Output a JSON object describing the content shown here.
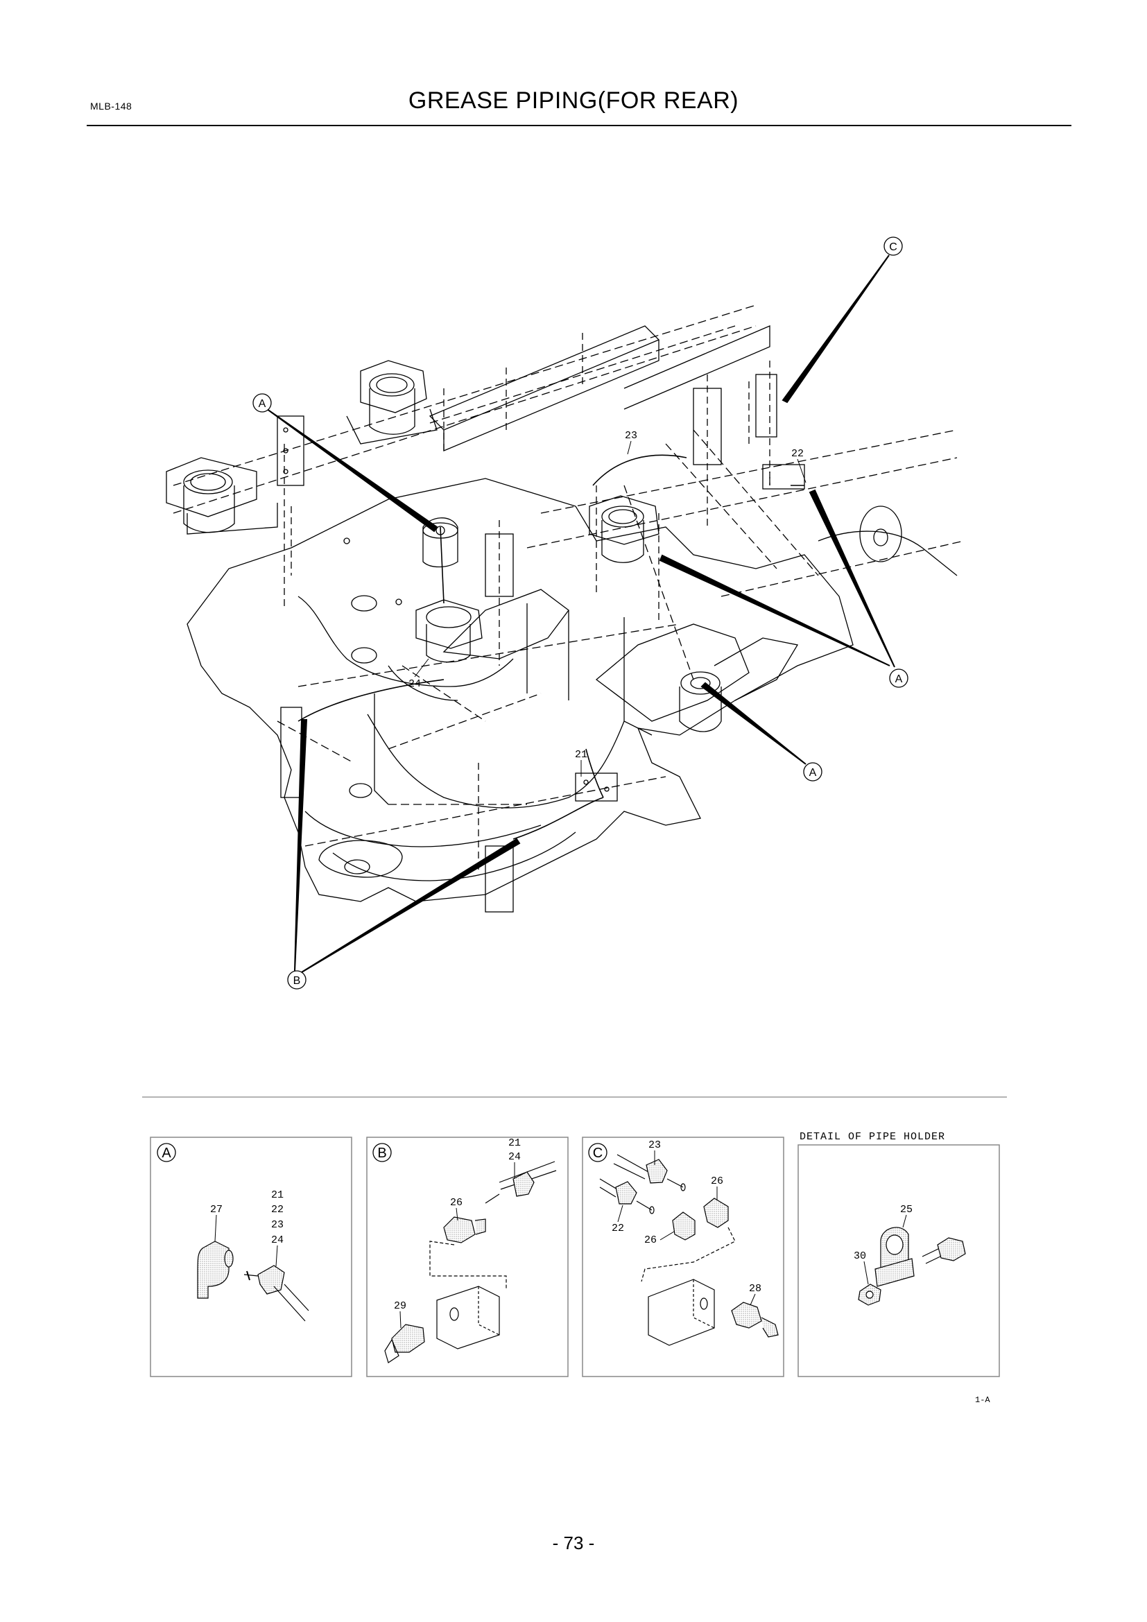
{
  "header": {
    "code": "MLB-148",
    "title": "GREASE PIPING(FOR REAR)"
  },
  "main_view": {
    "callouts": [
      "A",
      "A",
      "A",
      "B",
      "C"
    ],
    "part_numbers": [
      "21",
      "22",
      "23",
      "24"
    ]
  },
  "details": [
    {
      "label": "A",
      "part_numbers": [
        "21",
        "22",
        "23",
        "24",
        "27"
      ]
    },
    {
      "label": "B",
      "part_numbers": [
        "21",
        "24",
        "26",
        "29"
      ]
    },
    {
      "label": "C",
      "part_numbers": [
        "23",
        "22",
        "26",
        "26",
        "28"
      ]
    },
    {
      "title": "DETAIL OF PIPE HOLDER",
      "part_numbers": [
        "25",
        "30"
      ]
    }
  ],
  "figure_code": "1-A",
  "page_number": "- 73 -"
}
